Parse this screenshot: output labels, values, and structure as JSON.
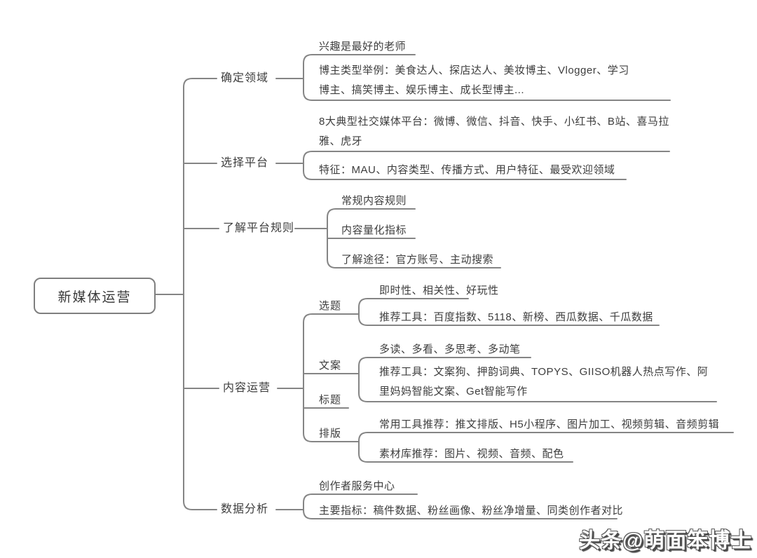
{
  "root": {
    "label": "新媒体运营"
  },
  "branches": [
    {
      "label": "确定领域",
      "children": [
        {
          "label": "兴趣是最好的老师"
        },
        {
          "label": "博主类型举例：美食达人、探店达人、美妆博主、Vlogger、学习博主、搞笑博主、娱乐博主、成长型博主..."
        }
      ]
    },
    {
      "label": "选择平台",
      "children": [
        {
          "label": "8大典型社交媒体平台：微博、微信、抖音、快手、小红书、B站、喜马拉雅、虎牙"
        },
        {
          "label": "特征：MAU、内容类型、传播方式、用户特征、最受欢迎领域"
        }
      ]
    },
    {
      "label": "了解平台规则",
      "children": [
        {
          "label": "常规内容规则"
        },
        {
          "label": "内容量化指标"
        },
        {
          "label": "了解途径：官方账号、主动搜索"
        }
      ]
    },
    {
      "label": "内容运营",
      "children": [
        {
          "label": "选题",
          "children": [
            {
              "label": "即时性、相关性、好玩性"
            },
            {
              "label": "推荐工具：百度指数、5118、新榜、西瓜数据、千瓜数据"
            }
          ]
        },
        {
          "label": "文案",
          "children": [
            {
              "label": "多读、多看、多思考、多动笔"
            },
            {
              "label": "推荐工具：文案狗、押韵词典、TOPYS、GIISO机器人热点写作、阿里妈妈智能文案、Get智能写作"
            }
          ]
        },
        {
          "label": "标题"
        },
        {
          "label": "排版",
          "children": [
            {
              "label": "常用工具推荐：推文排版、H5小程序、图片加工、视频剪辑、音频剪辑"
            },
            {
              "label": "素材库推荐：图片、视频、音频、配色"
            }
          ]
        }
      ]
    },
    {
      "label": "数据分析",
      "children": [
        {
          "label": "创作者服务中心"
        },
        {
          "label": "主要指标：稿件数据、粉丝画像、粉丝净增量、同类创作者对比"
        }
      ]
    }
  ],
  "watermark": "头条@萌面笨博士",
  "colors": {
    "line": "#858585",
    "text": "#3d3d3d",
    "background": "#ffffff"
  }
}
